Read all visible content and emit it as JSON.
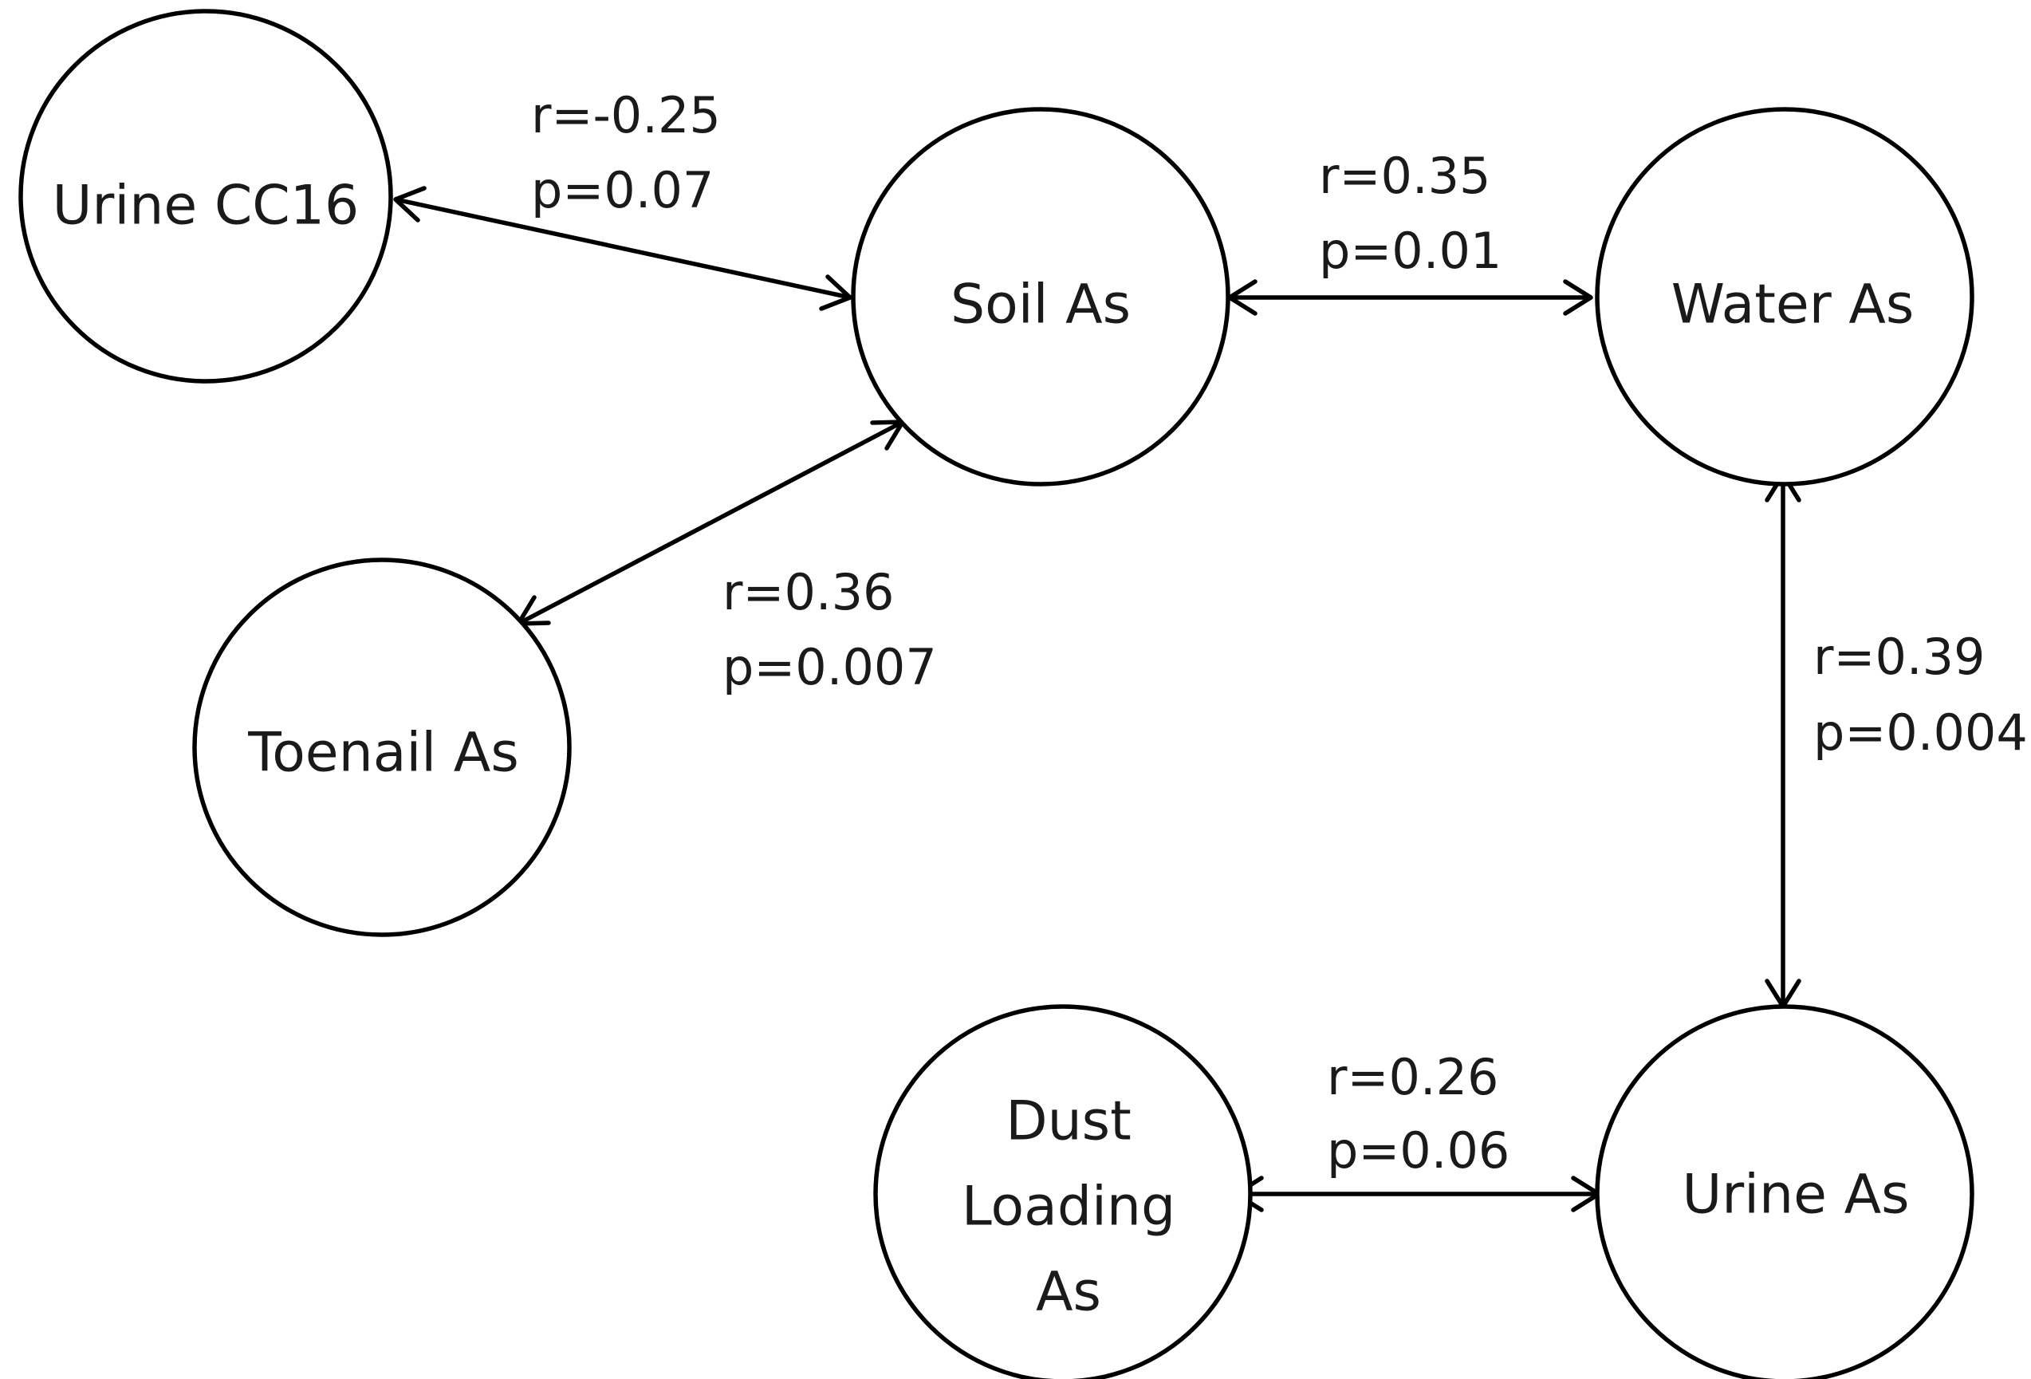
{
  "nodes": [
    {
      "id": "urine_cc16",
      "lines": [
        "Urine CC16"
      ]
    },
    {
      "id": "soil_as",
      "lines": [
        "Soil As"
      ]
    },
    {
      "id": "water_as",
      "lines": [
        "Water As"
      ]
    },
    {
      "id": "toenail_as",
      "lines": [
        "Toenail As"
      ]
    },
    {
      "id": "dust_loading_as",
      "lines": [
        "Dust",
        "Loading",
        "As"
      ]
    },
    {
      "id": "urine_as",
      "lines": [
        "Urine As"
      ]
    }
  ],
  "edges": [
    {
      "id": "cc16_soil",
      "from": "urine_cc16",
      "to": "soil_as",
      "r": "r=-0.25",
      "p": "p=0.07"
    },
    {
      "id": "soil_water",
      "from": "soil_as",
      "to": "water_as",
      "r": "r=0.35",
      "p": "p=0.01"
    },
    {
      "id": "soil_toenail",
      "from": "soil_as",
      "to": "toenail_as",
      "r": "r=0.36",
      "p": "p=0.007"
    },
    {
      "id": "water_urine",
      "from": "water_as",
      "to": "urine_as",
      "r": "r=0.39",
      "p": "p=0.004"
    },
    {
      "id": "dust_urine",
      "from": "dust_loading_as",
      "to": "urine_as",
      "r": "r=0.26",
      "p": "p=0.06"
    }
  ]
}
